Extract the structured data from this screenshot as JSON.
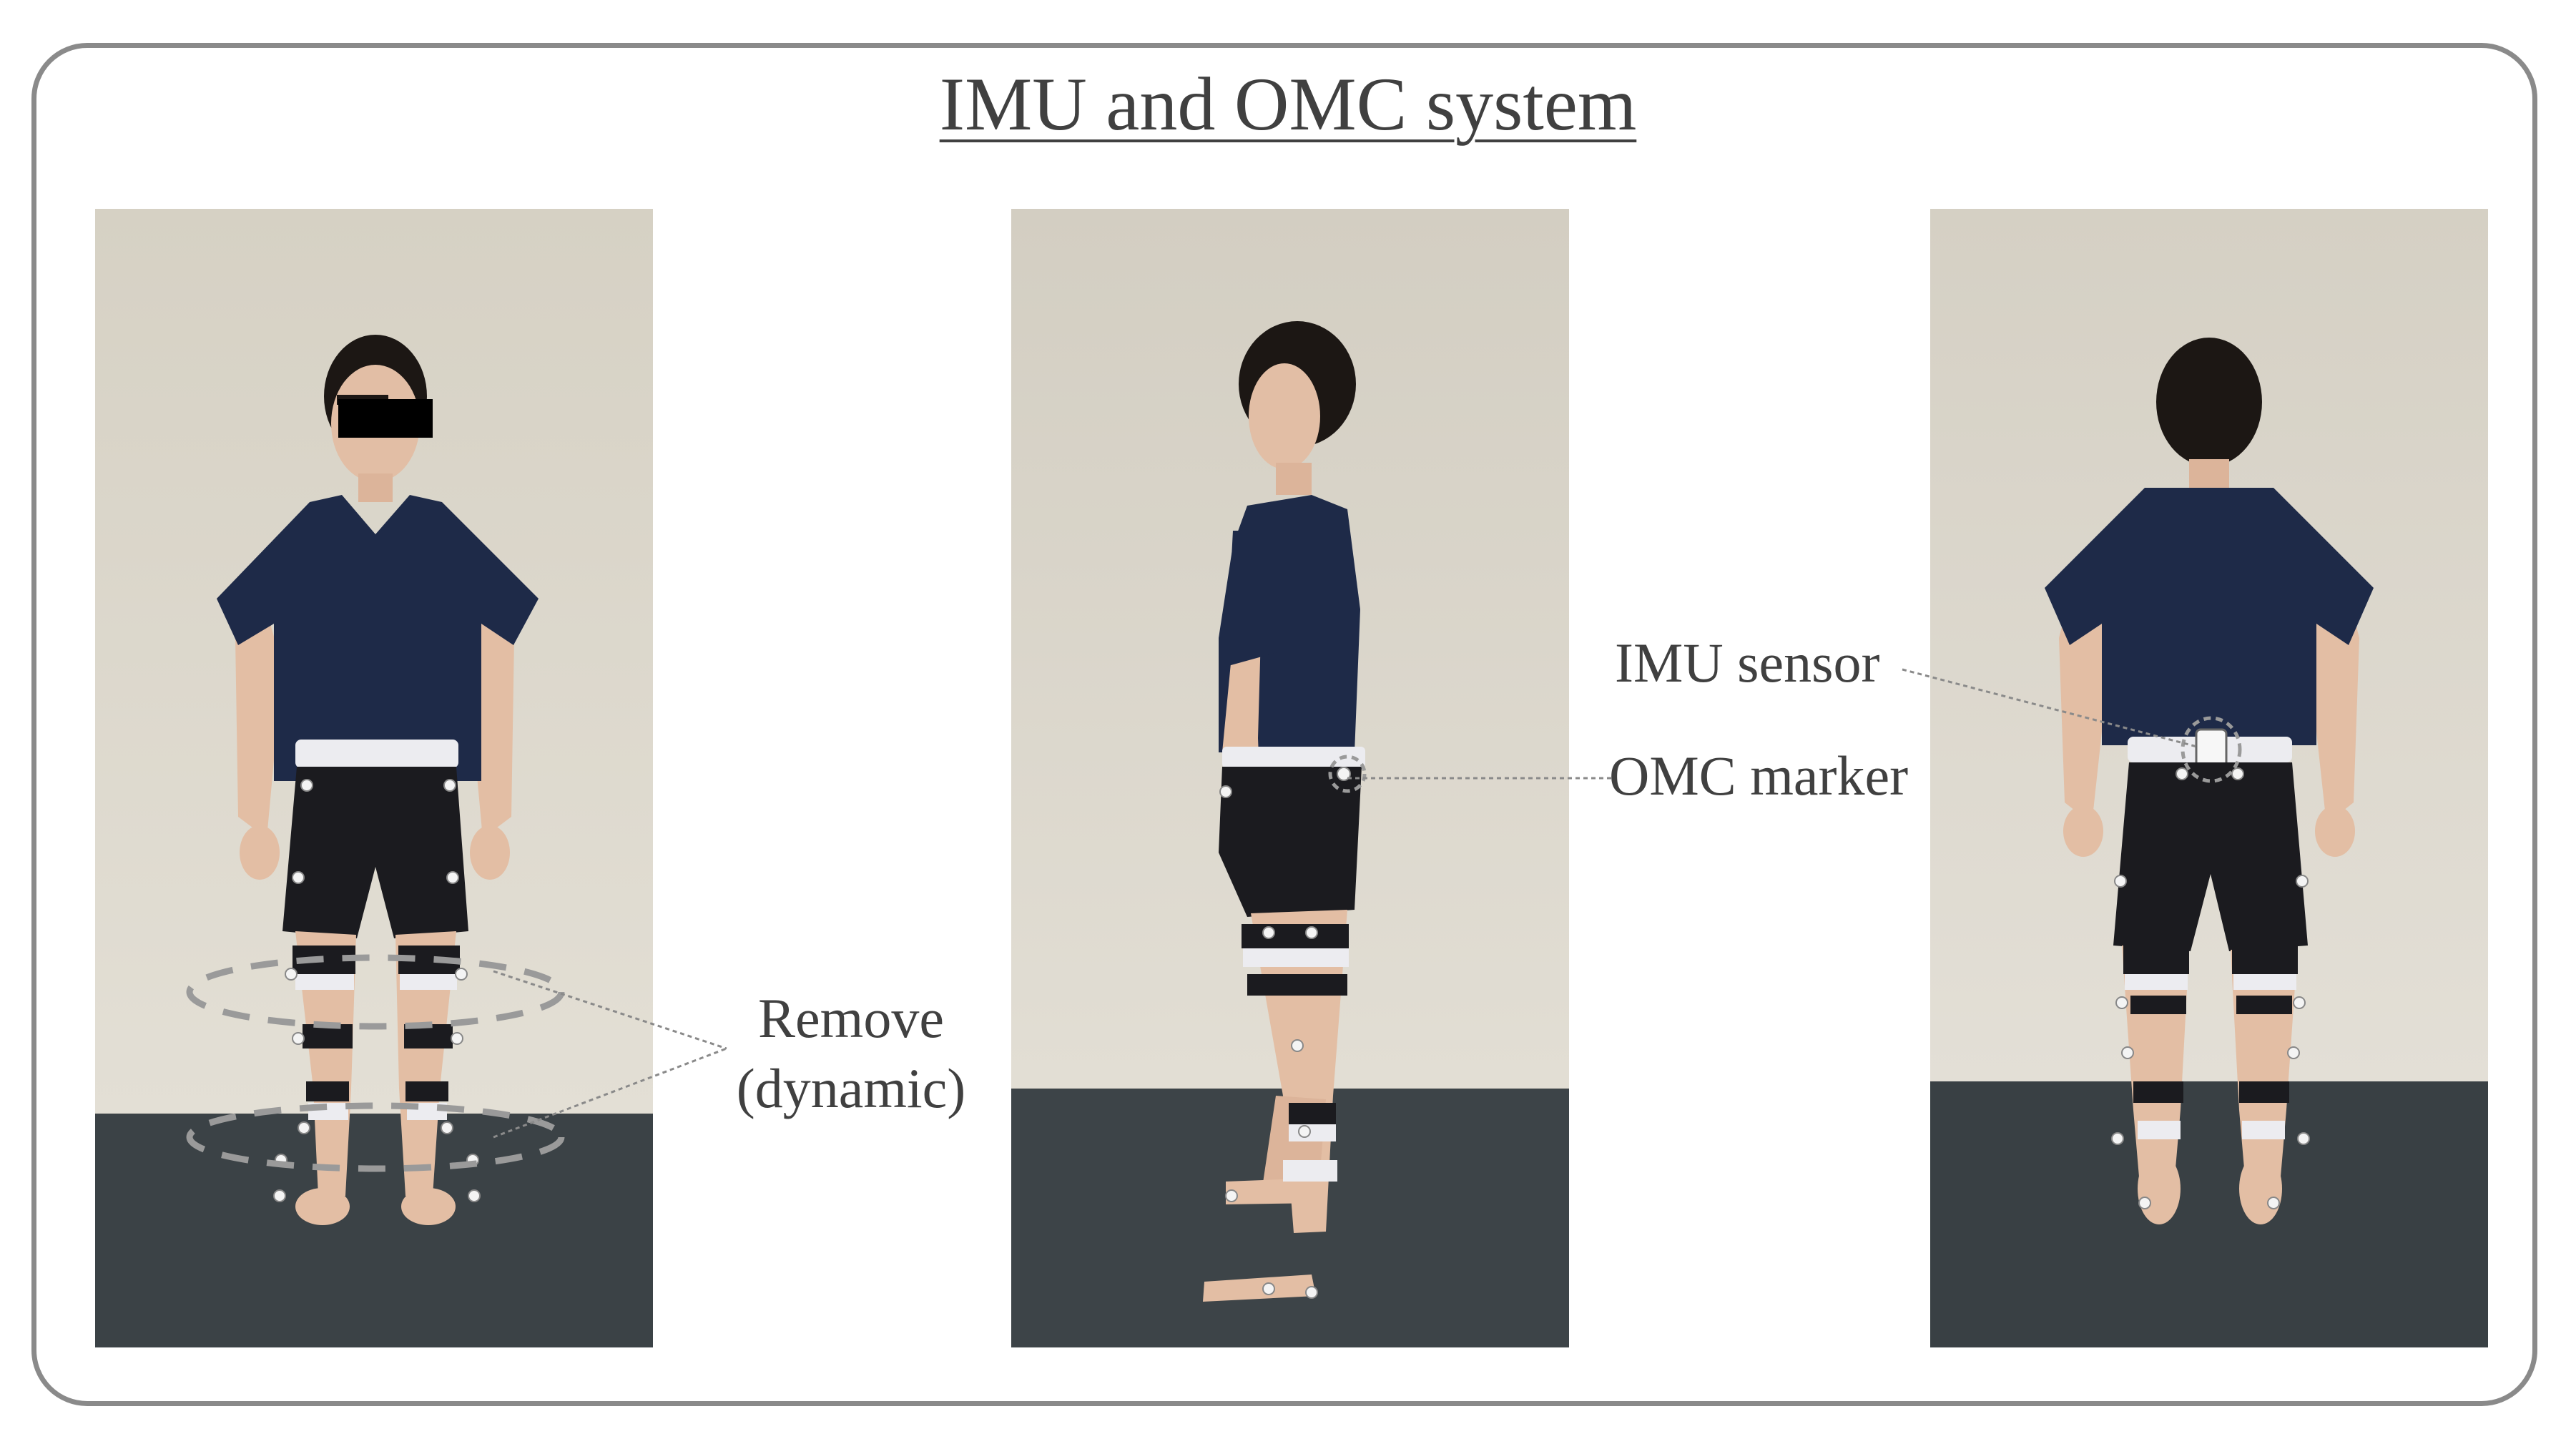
{
  "title": "IMU and OMC system",
  "photos": [
    {
      "view": "front"
    },
    {
      "view": "side"
    },
    {
      "view": "back"
    }
  ],
  "annotations": {
    "remove_line1": "Remove",
    "remove_line2": "(dynamic)",
    "imu_sensor": "IMU sensor",
    "omc_marker": "OMC marker"
  },
  "colors": {
    "wall": "#d9d4c8",
    "carpet": "#3b4246",
    "shirt": "#1e2a48",
    "shorts": "#1b1b1f",
    "skin": "#e6c0a6",
    "hair": "#1c1714",
    "strap": "#ececf0",
    "frame": "#8a8a8a",
    "text": "#404040"
  }
}
